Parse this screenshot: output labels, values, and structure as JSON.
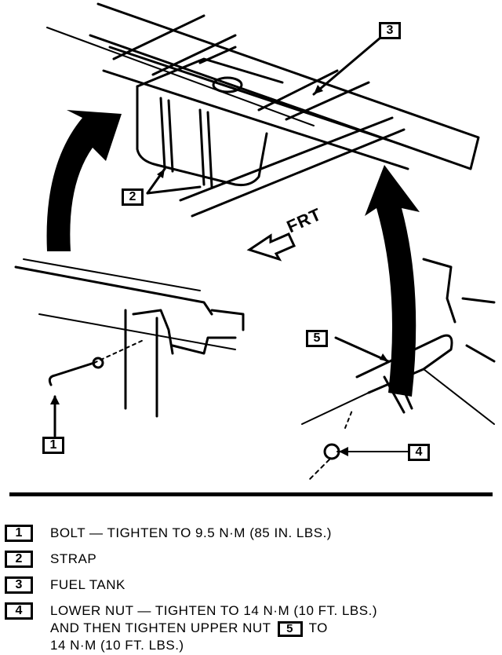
{
  "figure": {
    "callouts": [
      "1",
      "2",
      "3",
      "4",
      "5"
    ],
    "frt_label": "FRT"
  },
  "legend": [
    {
      "num": "1",
      "text": "BOLT — TIGHTEN TO 9.5 N·m (85 IN. LBS.)"
    },
    {
      "num": "2",
      "text": "STRAP"
    },
    {
      "num": "3",
      "text": "FUEL TANK"
    },
    {
      "num": "4",
      "line1": "LOWER NUT — TIGHTEN TO 14 N·m (10 FT. LBS.)",
      "line2_pre": "AND THEN TIGHTEN UPPER NUT",
      "line2_ref": "5",
      "line2_post": "TO",
      "line3": "14 N·m (10 FT. LBS.)"
    }
  ]
}
